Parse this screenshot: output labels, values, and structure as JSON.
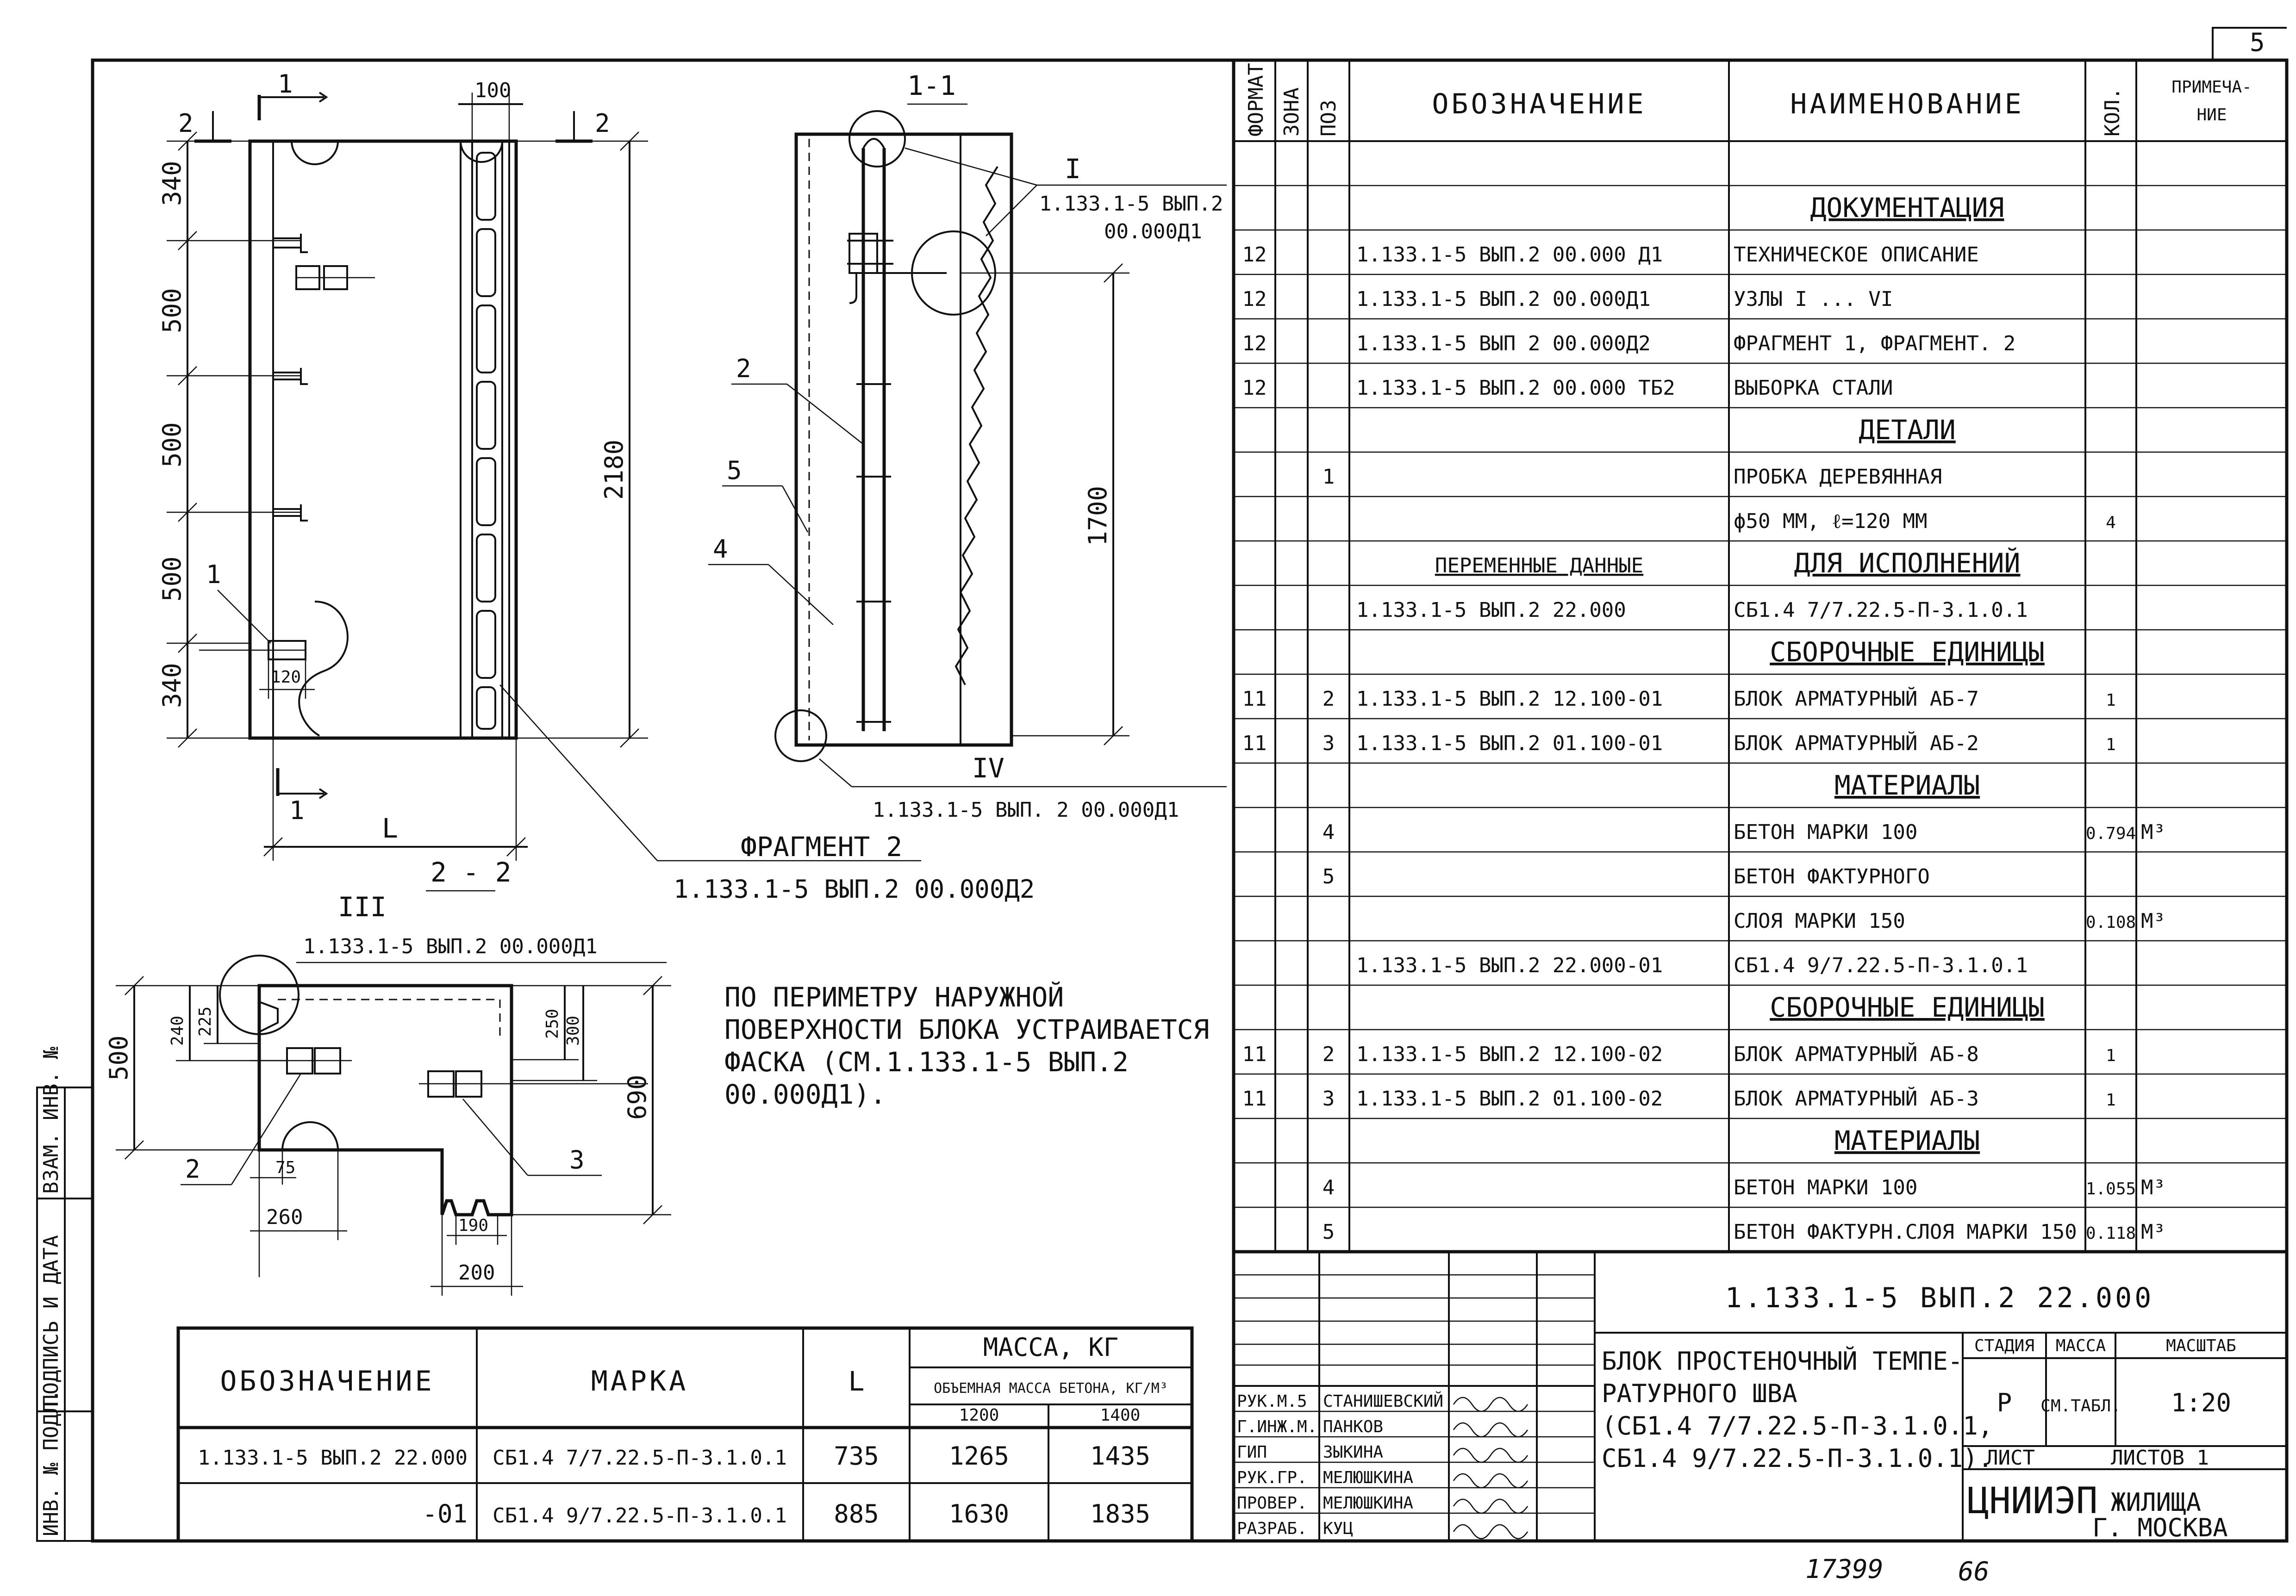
{
  "sheet_corner": "5",
  "spec": {
    "headers": {
      "format": "ФОРМАТ",
      "zone": "ЗОНА",
      "pos": "ПОЗ",
      "designation": "ОБОЗНАЧЕНИЕ",
      "name": "НАИМЕНОВАНИЕ",
      "qty": "КОЛ.",
      "note1": "ПРИМЕЧА-",
      "note2": "НИЕ"
    },
    "rows": [
      {
        "format": "",
        "pos": "",
        "designation": "",
        "name": "",
        "qty": "",
        "note": "",
        "section": false
      },
      {
        "format": "",
        "pos": "",
        "designation": "",
        "name": "ДОКУМЕНТАЦИЯ",
        "qty": "",
        "note": "",
        "section": true
      },
      {
        "format": "12",
        "pos": "",
        "designation": "1.133.1-5 ВЫП.2 00.000 Д1",
        "name": "ТЕХНИЧЕСКОЕ ОПИСАНИЕ",
        "qty": "",
        "note": "",
        "section": false
      },
      {
        "format": "12",
        "pos": "",
        "designation": "1.133.1-5 ВЫП.2 00.000Д1",
        "name": "УЗЛЫ I ... VI",
        "qty": "",
        "note": "",
        "section": false
      },
      {
        "format": "12",
        "pos": "",
        "designation": "1.133.1-5 ВЫП 2 00.000Д2",
        "name": "ФРАГМЕНТ 1, ФРАГМЕНТ. 2",
        "qty": "",
        "note": "",
        "section": false
      },
      {
        "format": "12",
        "pos": "",
        "designation": "1.133.1-5 ВЫП.2 00.000 ТБ2",
        "name": "ВЫБОРКА СТАЛИ",
        "qty": "",
        "note": "",
        "section": false
      },
      {
        "format": "",
        "pos": "",
        "designation": "",
        "name": "ДЕТАЛИ",
        "qty": "",
        "note": "",
        "section": true
      },
      {
        "format": "",
        "pos": "1",
        "designation": "",
        "name": "ПРОБКА ДЕРЕВЯННАЯ",
        "qty": "",
        "note": "",
        "section": false
      },
      {
        "format": "",
        "pos": "",
        "designation": "",
        "name": "ϕ50 ММ, ℓ=120 ММ",
        "qty": "4",
        "note": "",
        "section": false
      },
      {
        "format": "",
        "pos": "",
        "designation": "ПЕРЕМЕННЫЕ ДАННЫЕ",
        "name": "ДЛЯ ИСПОЛНЕНИЙ",
        "qty": "",
        "note": "",
        "section": true
      },
      {
        "format": "",
        "pos": "",
        "designation": "1.133.1-5 ВЫП.2 22.000",
        "name": "СБ1.4 7/7.22.5-П-3.1.0.1",
        "qty": "",
        "note": "",
        "section": false
      },
      {
        "format": "",
        "pos": "",
        "designation": "",
        "name": "СБОРОЧНЫЕ ЕДИНИЦЫ",
        "qty": "",
        "note": "",
        "section": true
      },
      {
        "format": "11",
        "pos": "2",
        "designation": "1.133.1-5 ВЫП.2 12.100-01",
        "name": "БЛОК АРМАТУРНЫЙ АБ-7",
        "qty": "1",
        "note": "",
        "section": false
      },
      {
        "format": "11",
        "pos": "3",
        "designation": "1.133.1-5 ВЫП.2 01.100-01",
        "name": "БЛОК АРМАТУРНЫЙ АБ-2",
        "qty": "1",
        "note": "",
        "section": false
      },
      {
        "format": "",
        "pos": "",
        "designation": "",
        "name": "МАТЕРИАЛЫ",
        "qty": "",
        "note": "",
        "section": true
      },
      {
        "format": "",
        "pos": "4",
        "designation": "",
        "name": "БЕТОН МАРКИ 100",
        "qty": "0.794",
        "note": "М³",
        "section": false
      },
      {
        "format": "",
        "pos": "5",
        "designation": "",
        "name": "БЕТОН ФАКТУРНОГО",
        "qty": "",
        "note": "",
        "section": false
      },
      {
        "format": "",
        "pos": "",
        "designation": "",
        "name": "СЛОЯ МАРКИ 150",
        "qty": "0.108",
        "note": "М³",
        "section": false
      },
      {
        "format": "",
        "pos": "",
        "designation": "1.133.1-5 ВЫП.2 22.000-01",
        "name": "СБ1.4 9/7.22.5-П-3.1.0.1",
        "qty": "",
        "note": "",
        "section": false
      },
      {
        "format": "",
        "pos": "",
        "designation": "",
        "name": "СБОРОЧНЫЕ ЕДИНИЦЫ",
        "qty": "",
        "note": "",
        "section": true
      },
      {
        "format": "11",
        "pos": "2",
        "designation": "1.133.1-5 ВЫП.2 12.100-02",
        "name": "БЛОК АРМАТУРНЫЙ АБ-8",
        "qty": "1",
        "note": "",
        "section": false
      },
      {
        "format": "11",
        "pos": "3",
        "designation": "1.133.1-5 ВЫП.2 01.100-02",
        "name": "БЛОК АРМАТУРНЫЙ АБ-3",
        "qty": "1",
        "note": "",
        "section": false
      },
      {
        "format": "",
        "pos": "",
        "designation": "",
        "name": "МАТЕРИАЛЫ",
        "qty": "",
        "note": "",
        "section": true
      },
      {
        "format": "",
        "pos": "4",
        "designation": "",
        "name": "БЕТОН МАРКИ 100",
        "qty": "1.055",
        "note": "М³",
        "section": false
      },
      {
        "format": "",
        "pos": "5",
        "designation": "",
        "name": "БЕТОН ФАКТУРН.СЛОЯ МАРКИ 150",
        "qty": "0.118",
        "note": "М³",
        "section": false
      }
    ]
  },
  "title_block": {
    "code": "1.133.1-5 ВЫП.2 22.000",
    "title_lines": [
      "БЛОК ПРОСТЕНОЧНЫЙ ТЕМПЕ-",
      "РАТУРНОГО ШВА",
      "(СБ1.4 7/7.22.5-П-3.1.0.1,",
      "СБ1.4 9/7.22.5-П-3.1.0.1)."
    ],
    "stage_label": "СТАДИЯ",
    "mass_label": "МАССА",
    "scale_label": "МАСШТАБ",
    "stage": "Р",
    "mass": "СМ.ТАБЛ.",
    "scale": "1:20",
    "sheet_label": "ЛИСТ",
    "sheets_label": "ЛИСТОВ 1",
    "org_logo": "ЦНИИЭП",
    "org_rest": "ЖИЛИЩА",
    "city": "Г. МОСКВА",
    "signatures": [
      {
        "role": "РУК.М.5",
        "name": "СТАНИШЕВСКИЙ"
      },
      {
        "role": "Г.ИНЖ.М.",
        "name": "ПАНКОВ"
      },
      {
        "role": "ГИП",
        "name": "ЗЫКИНА"
      },
      {
        "role": "РУК.ГР.",
        "name": "МЕЛЮШКИНА"
      },
      {
        "role": "ПРОВЕР.",
        "name": "МЕЛЮШКИНА"
      },
      {
        "role": "РАЗРАБ.",
        "name": "КУЦ"
      }
    ]
  },
  "bottom_numbers": {
    "left": "17399",
    "right": "66"
  },
  "side_labels": {
    "inv_podl": "ИНВ. № ПОДЛ.",
    "sign_date": "ПОДПИСЬ И ДАТА",
    "vzam": "ВЗАМ. ИНВ. №"
  },
  "mass_table": {
    "headers": {
      "designation": "ОБОЗНАЧЕНИЕ",
      "mark": "МАРКА",
      "L": "L",
      "mass": "МАССА, КГ",
      "density": "ОБЪЕМНАЯ МАССА БЕТОНА, КГ/М³",
      "d1": "1200",
      "d2": "1400"
    },
    "rows": [
      {
        "designation": "1.133.1-5 ВЫП.2 22.000",
        "mark": "СБ1.4 7/7.22.5-П-3.1.0.1",
        "L": "735",
        "m1": "1265",
        "m2": "1435"
      },
      {
        "designation": "-01",
        "mark": "СБ1.4 9/7.22.5-П-3.1.0.1",
        "L": "885",
        "m1": "1630",
        "m2": "1835"
      }
    ]
  },
  "note_lines": [
    "ПО ПЕРИМЕТРУ НАРУЖНОЙ",
    "ПОВЕРХНОСТИ БЛОКА УСТРАИВАЕТСЯ",
    "ФАСКА (СМ.1.133.1-5 ВЫП.2",
    "00.000Д1)."
  ],
  "drawing": {
    "front": {
      "cut1": "1",
      "cut2": "2",
      "dim_top": "100",
      "dims_left": [
        "340",
        "500",
        "500",
        "500",
        "340"
      ],
      "dim_height": "2180",
      "dim_120": "120",
      "pos1": "1",
      "dim_L": "L"
    },
    "section11": {
      "title": "1-1",
      "node_I": "I",
      "ref_I_1": "1.133.1-5 ВЫП.2",
      "ref_I_2": "00.000Д1",
      "pos2": "2",
      "pos5": "5",
      "pos4": "4",
      "dim_1700": "1700",
      "node_IV": "IV",
      "ref_IV": "1.133.1-5 ВЫП. 2 00.000Д1"
    },
    "fragment2": {
      "label": "ФРАГМЕНТ 2",
      "ref": "1.133.1-5 ВЫП.2 00.000Д2"
    },
    "section22": {
      "title": "2 - 2",
      "node_III": "III",
      "ref_III": "1.133.1-5 ВЫП.2 00.000Д1",
      "dim_240": "240",
      "dim_225": "225",
      "dim_250": "250",
      "dim_300": "300",
      "dim_500": "500",
      "dim_690": "690",
      "dim_75": "75",
      "dim_260": "260",
      "dim_190": "190",
      "dim_200": "200",
      "pos2": "2",
      "pos3": "3"
    }
  }
}
